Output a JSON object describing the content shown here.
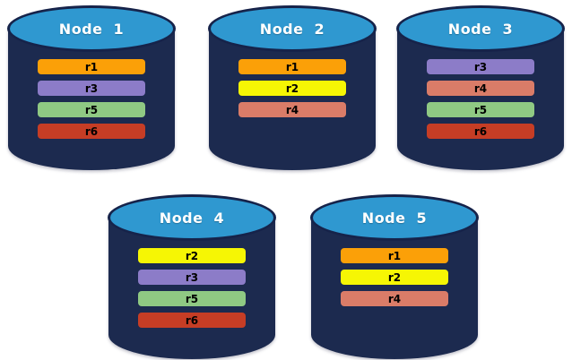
{
  "diagram": {
    "description": "Five database node cylinders showing replica placement",
    "nodes": [
      {
        "name": "Node 1",
        "replicas": [
          "r1",
          "r3",
          "r5",
          "r6"
        ]
      },
      {
        "name": "Node 2",
        "replicas": [
          "r1",
          "r2",
          "r4"
        ]
      },
      {
        "name": "Node 3",
        "replicas": [
          "r3",
          "r4",
          "r5",
          "r6"
        ]
      },
      {
        "name": "Node 4",
        "replicas": [
          "r2",
          "r3",
          "r5",
          "r6"
        ]
      },
      {
        "name": "Node 5",
        "replicas": [
          "r1",
          "r2",
          "r4"
        ]
      }
    ],
    "replica_colors": {
      "r1": "#FBA008",
      "r2": "#F6F604",
      "r3": "#8C7CC8",
      "r4": "#DA7C68",
      "r5": "#8FC983",
      "r6": "#C63D25"
    },
    "colors": {
      "background": "#FFFFFF",
      "cylinder_body": "#1C2A4F",
      "cylinder_top": "#2F98D0",
      "cylinder_outline": "#16234A",
      "node_label_text": "#FFFFFF",
      "replica_label_text": "#000000"
    }
  }
}
